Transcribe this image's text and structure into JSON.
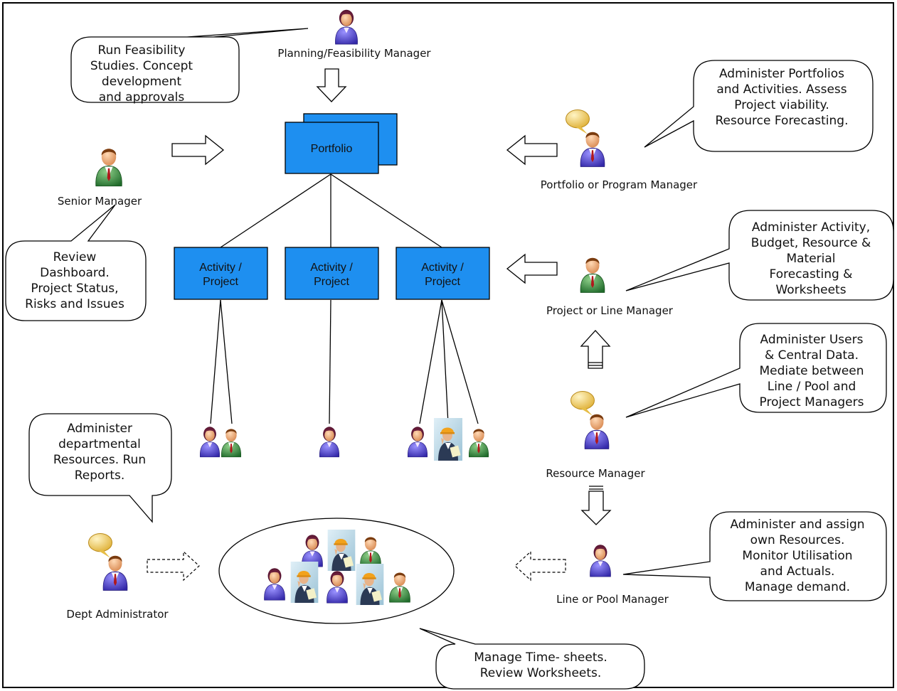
{
  "roles": {
    "planning": "Planning/Feasibility Manager",
    "senior": "Senior Manager",
    "portfolio_mgr": "Portfolio or Program Manager",
    "project_mgr": "Project or Line Manager",
    "resource_mgr": "Resource Manager",
    "dept_admin": "Dept Administrator",
    "line_pool": "Line or Pool Manager"
  },
  "boxes": {
    "portfolio": "Portfolio",
    "activity_line1": "Activity /",
    "activity_line2": "Project"
  },
  "bubbles": {
    "feasibility": [
      "Run Feasibility",
      "Studies. Concept",
      "development",
      "and approvals"
    ],
    "portfolio_admin": [
      "Administer Portfolios",
      "and Activities. Assess",
      "Project viability.",
      "Resource Forecasting."
    ],
    "review": [
      "Review",
      "Dashboard.",
      "Project Status,",
      "Risks and Issues"
    ],
    "activity_admin": [
      "Administer Activity,",
      "Budget, Resource &",
      "Material",
      "Forecasting &",
      "Worksheets"
    ],
    "users_admin": [
      "Administer Users",
      "& Central Data.",
      "Mediate between",
      "Line / Pool and",
      "Project Managers"
    ],
    "dept_resources": [
      "Administer",
      "departmental",
      "Resources. Run",
      "Reports."
    ],
    "assign_resources": [
      "Administer and assign",
      "own Resources.",
      "Monitor Utilisation",
      "and Actuals.",
      "Manage demand."
    ],
    "timesheets": [
      "Manage Time- sheets.",
      "Review Worksheets."
    ]
  },
  "colors": {
    "box_fill": "#1e8ff0",
    "person_purple": "#5a4fd0",
    "person_green": "#3f9a47",
    "hair_dark": "#6a1d3a",
    "hair_brown": "#7a3c10",
    "skin": "#f0b88a",
    "speech": "#f6d56a"
  },
  "icons": [
    "female-user-icon",
    "male-user-icon",
    "engineer-icon",
    "speech-bubble-icon",
    "arrow-icon"
  ]
}
